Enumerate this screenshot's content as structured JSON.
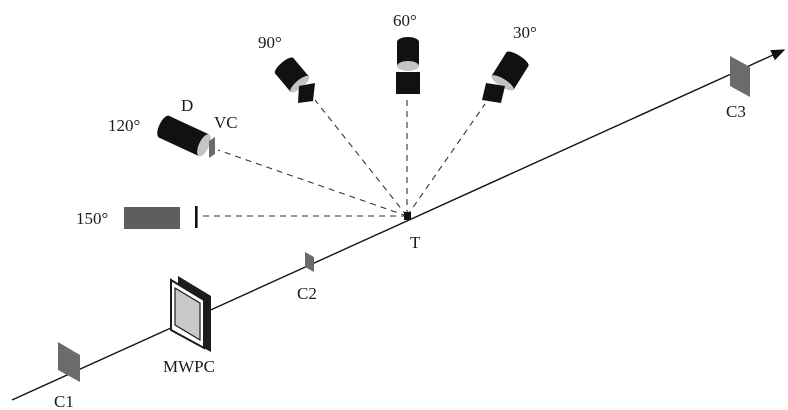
{
  "labels": {
    "c1": "C1",
    "c2": "C2",
    "c3": "C3",
    "mwpc": "MWPC",
    "target": "T",
    "detector": "D",
    "veto": "VC"
  },
  "angles": {
    "a30": "30°",
    "a60": "60°",
    "a90": "90°",
    "a120": "120°",
    "a150": "150°"
  },
  "colors": {
    "line": "#111111",
    "counter": "#6b6b6b",
    "detector_body": "#111111",
    "window": "#c4c4c4",
    "bar": "#5e5e5e"
  }
}
